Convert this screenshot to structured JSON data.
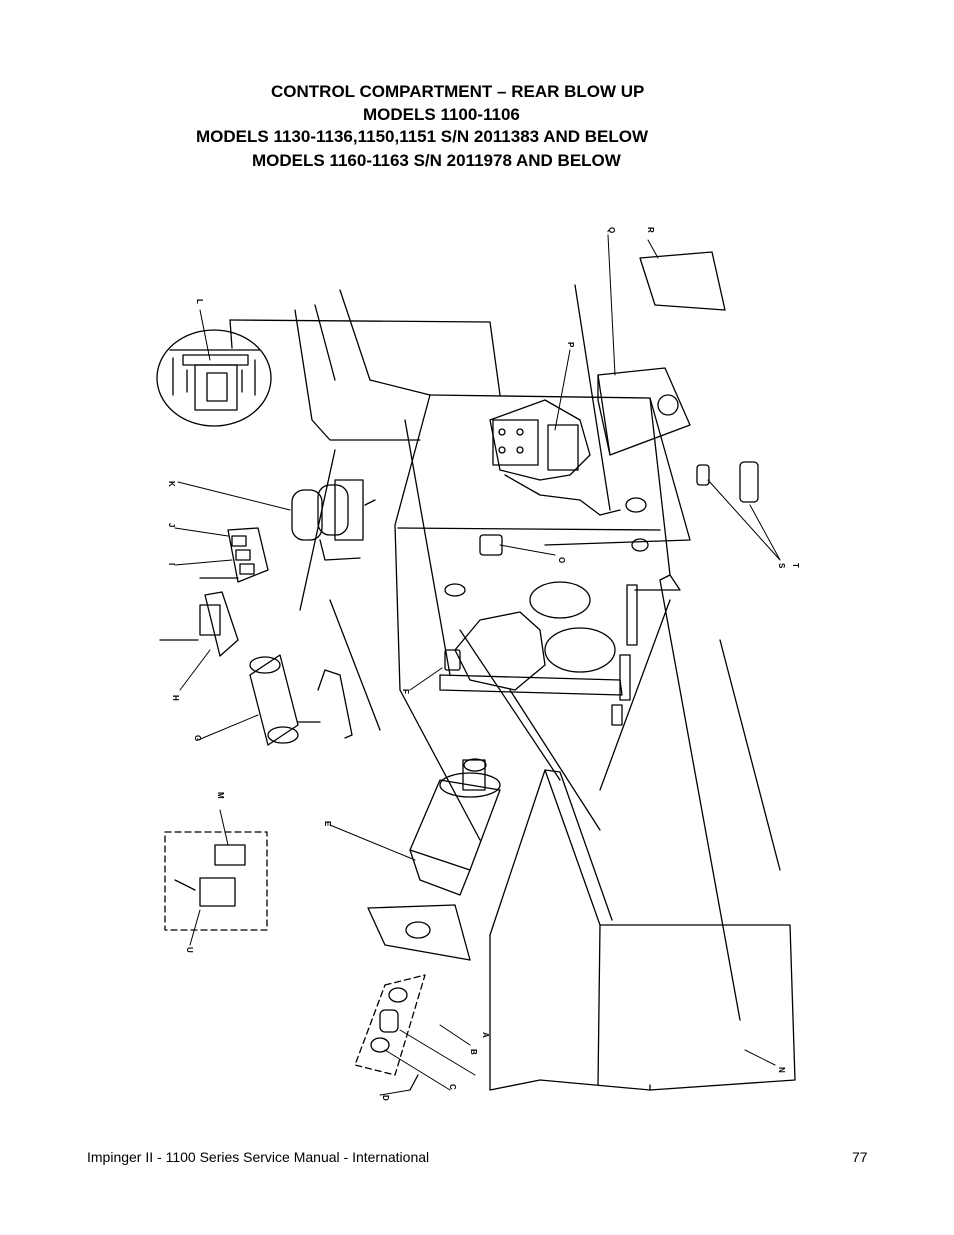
{
  "title": {
    "line1": "CONTROL COMPARTMENT – REAR  BLOW UP",
    "line2": "MODELS 1100-1106",
    "line3": "MODELS 1130-1136,1150,1151 S/N 2011383 AND BELOW",
    "line4": "MODELS 1160-1163 S/N 2011978 AND BELOW"
  },
  "callouts": {
    "A": "A",
    "B": "B",
    "C": "C",
    "D": "D",
    "E": "E",
    "F": "F",
    "G": "G",
    "H": "H",
    "I": "I",
    "J": "J",
    "K": "K",
    "L": "L",
    "M": "M",
    "N": "N",
    "O": "O",
    "P": "P",
    "Q": "Q",
    "R": "R",
    "S": "S",
    "T": "T",
    "U": "U"
  },
  "footer": {
    "manual": "Impinger II - 1100 Series Service Manual - International",
    "page": "77"
  }
}
